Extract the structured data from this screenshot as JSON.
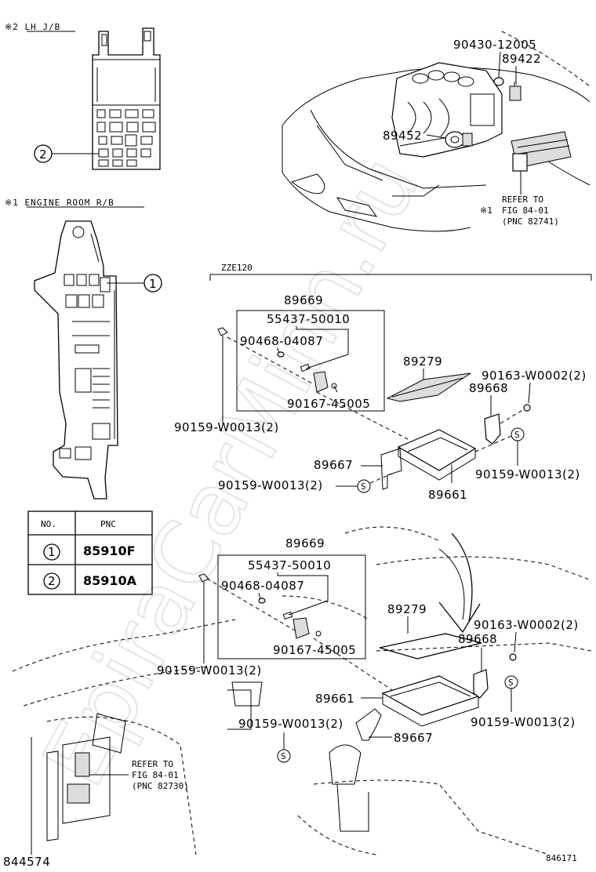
{
  "watermark": "EpiraCarMinn.ru",
  "legend": {
    "lh_jb": "※2 LH J/B",
    "engine_room_rb": "※1 ENGINE ROOM R/B",
    "callout_1": "1",
    "callout_2": "2"
  },
  "table": {
    "col_no": "NO.",
    "col_pnc": "PNC",
    "rows": [
      {
        "no": "1",
        "pnc": "85910F"
      },
      {
        "no": "2",
        "pnc": "85910A"
      }
    ]
  },
  "engine_bay": {
    "p_90430": "90430-12005",
    "p_89422": "89422",
    "p_89452": "89452",
    "refer_mark": "※1",
    "refer_1": "REFER TO",
    "refer_2": "FIG 84-01",
    "refer_3": "(PNC 82741)"
  },
  "zze120": {
    "title": "ZZE120",
    "p_89669": "89669",
    "p_55437": "55437-50010",
    "p_90468": "90468-04087",
    "p_90167": "90167-45005",
    "p_90159_left": "90159-W0013(2)",
    "p_89279": "89279",
    "p_90163": "90163-W0002(2)",
    "p_89668": "89668",
    "p_89667": "89667",
    "p_90159_bottom": "90159-W0013(2)",
    "p_90159_right": "90159-W0013(2)",
    "p_89661": "89661"
  },
  "lower": {
    "p_89669": "89669",
    "p_55437": "55437-50010",
    "p_90468": "90468-04087",
    "p_90167": "90167-45005",
    "p_90159_left": "90159-W0013(2)",
    "p_89279": "89279",
    "p_90163": "90163-W0002(2)",
    "p_89668": "89668",
    "p_89661": "89661",
    "p_90159_mid": "90159-W0013(2)",
    "p_90159_right": "90159-W0013(2)",
    "p_89667": "89667",
    "refer_1": "REFER TO",
    "refer_2": "FIG 84-01",
    "refer_3": "(PNC 82730)"
  },
  "footer": {
    "left_code": "844574",
    "right_code": "846171"
  }
}
